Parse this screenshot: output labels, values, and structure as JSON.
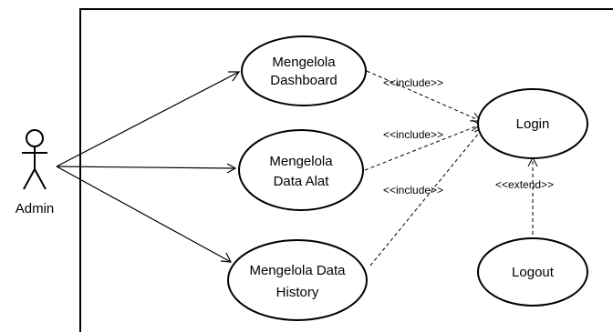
{
  "actor": {
    "name": "Admin"
  },
  "use_cases": {
    "dashboard": {
      "line1": "Mengelola",
      "line2": "Dashboard"
    },
    "data_alat": {
      "line1": "Mengelola",
      "line2": "Data Alat"
    },
    "history": {
      "line1": "Mengelola Data",
      "line2": "History"
    },
    "login": {
      "label": "Login"
    },
    "logout": {
      "label": "Logout"
    }
  },
  "relations": {
    "include_1": "<<include>>",
    "include_2": "<<include>>",
    "include_3": "<<include>>",
    "extend": "<<extend>>"
  }
}
